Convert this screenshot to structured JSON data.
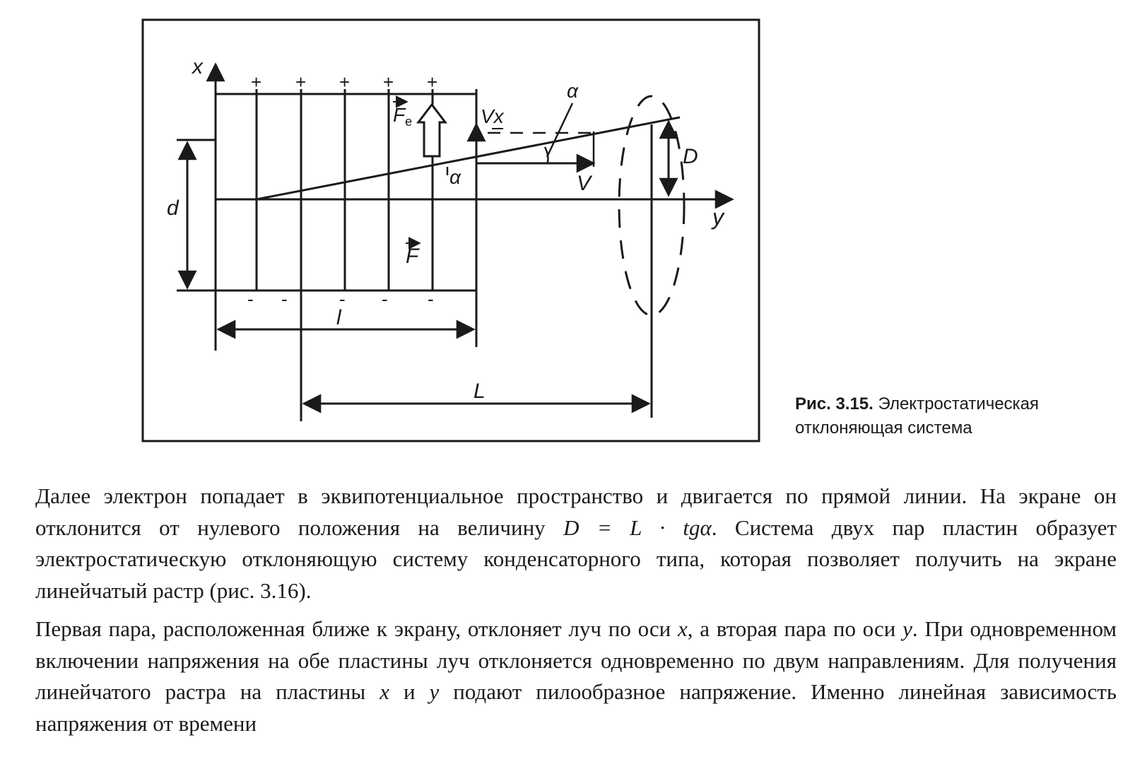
{
  "figure": {
    "labels": {
      "x_axis": "x",
      "y_axis": "y",
      "fe": "F",
      "fe_sub": "e",
      "f": "F",
      "vx": "Vx",
      "v": "V",
      "alpha_top": "α",
      "alpha_mid": "α",
      "d_small": "d",
      "d_big": "D",
      "l_small": "l",
      "l_big": "L"
    },
    "plus_signs": [
      "+",
      "+",
      "+",
      "+",
      "+"
    ],
    "minus_signs": [
      "-",
      "-",
      "-",
      "-",
      "-"
    ]
  },
  "caption": {
    "label": "Рис. 3.15.",
    "text": "Электростатическая отклоняющая система"
  },
  "paragraphs": {
    "p1_a": "Далее электрон попадает в эквипотенциальное пространство и двигается по прямой линии. На экране он отклонится от нулевого положения на величину ",
    "p1_formula": "D = L · tgα",
    "p1_b": ". Система двух пар пластин образует электростатическую отклоняющую систему конденсаторного типа, которая позволяет получить на экране линейчатый растр (рис. 3.16).",
    "p2_a": "Первая пара, расположенная ближе к экрану, отклоняет луч по оси ",
    "p2_x": "x",
    "p2_b": ", а вторая пара по оси ",
    "p2_y": "y",
    "p2_c": ". При одновременном включении напряжения на обе пластины луч отклоняется одновременно по двум направлениям. Для получения линейчатого растра на пластины ",
    "p2_x2": "x",
    "p2_d": " и ",
    "p2_y2": "y",
    "p2_e": " подают пилообразное напряжение. Именно линейная зависимость напряжения от времени"
  }
}
